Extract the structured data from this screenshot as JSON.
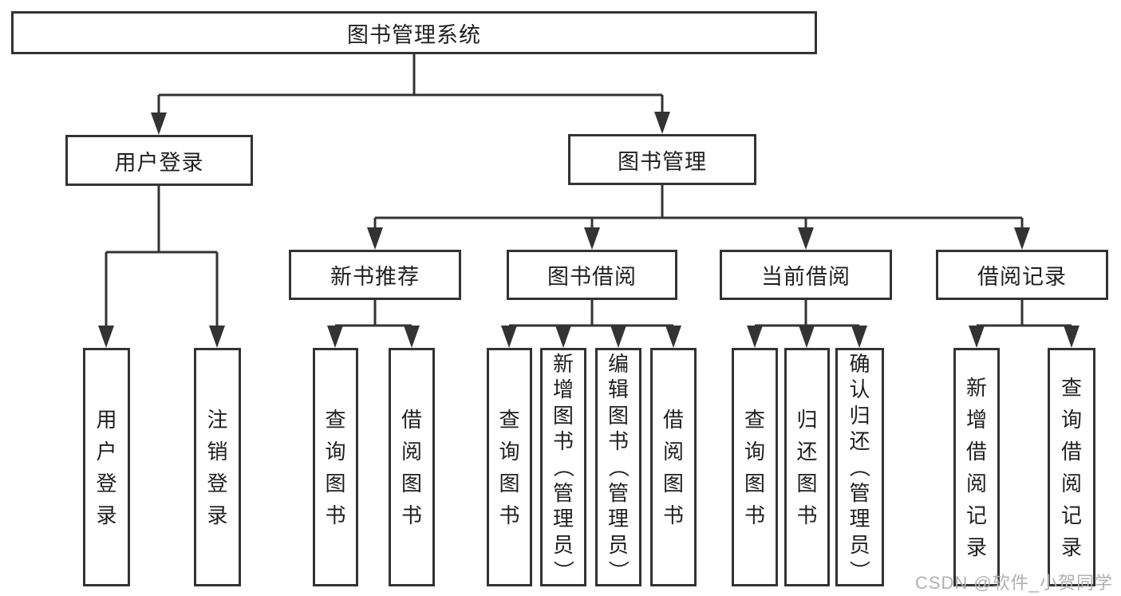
{
  "diagram": {
    "title": "图书管理系统",
    "watermark": "CSDN @软件_小贺同学",
    "colors": {
      "line": "#333333",
      "box_border": "#333333",
      "text": "#1f1f1f",
      "watermark": "#b0b0b0",
      "background": "#ffffff"
    },
    "nodes": {
      "root": {
        "label": "图书管理系统"
      },
      "user_login": {
        "label": "用户登录"
      },
      "book_mgmt": {
        "label": "图书管理"
      },
      "new_books": {
        "label": "新书推荐"
      },
      "book_borrow": {
        "label": "图书借阅"
      },
      "current_borrow": {
        "label": "当前借阅"
      },
      "borrow_records": {
        "label": "借阅记录"
      },
      "leaf_user_login": {
        "label": "用户登录"
      },
      "leaf_logout": {
        "label": "注销登录"
      },
      "leaf_nb_query": {
        "label": "查询图书"
      },
      "leaf_nb_borrow": {
        "label": "借阅图书"
      },
      "leaf_bb_query": {
        "label": "查询图书"
      },
      "leaf_bb_add": {
        "label": "新增图书（管理员）"
      },
      "leaf_bb_edit": {
        "label": "编辑图书（管理员）"
      },
      "leaf_bb_borrow": {
        "label": "借阅图书"
      },
      "leaf_cb_query": {
        "label": "查询图书"
      },
      "leaf_cb_return": {
        "label": "归还图书"
      },
      "leaf_cb_confirm": {
        "label": "确认归还（管理员）"
      },
      "leaf_br_add": {
        "label": "新增借阅记录"
      },
      "leaf_br_query": {
        "label": "查询借阅记录"
      }
    },
    "hierarchy": {
      "图书管理系统": {
        "用户登录": [
          "用户登录",
          "注销登录"
        ],
        "图书管理": {
          "新书推荐": [
            "查询图书",
            "借阅图书"
          ],
          "图书借阅": [
            "查询图书",
            "新增图书（管理员）",
            "编辑图书（管理员）",
            "借阅图书"
          ],
          "当前借阅": [
            "查询图书",
            "归还图书",
            "确认归还（管理员）"
          ],
          "借阅记录": [
            "新增借阅记录",
            "查询借阅记录"
          ]
        }
      }
    }
  }
}
